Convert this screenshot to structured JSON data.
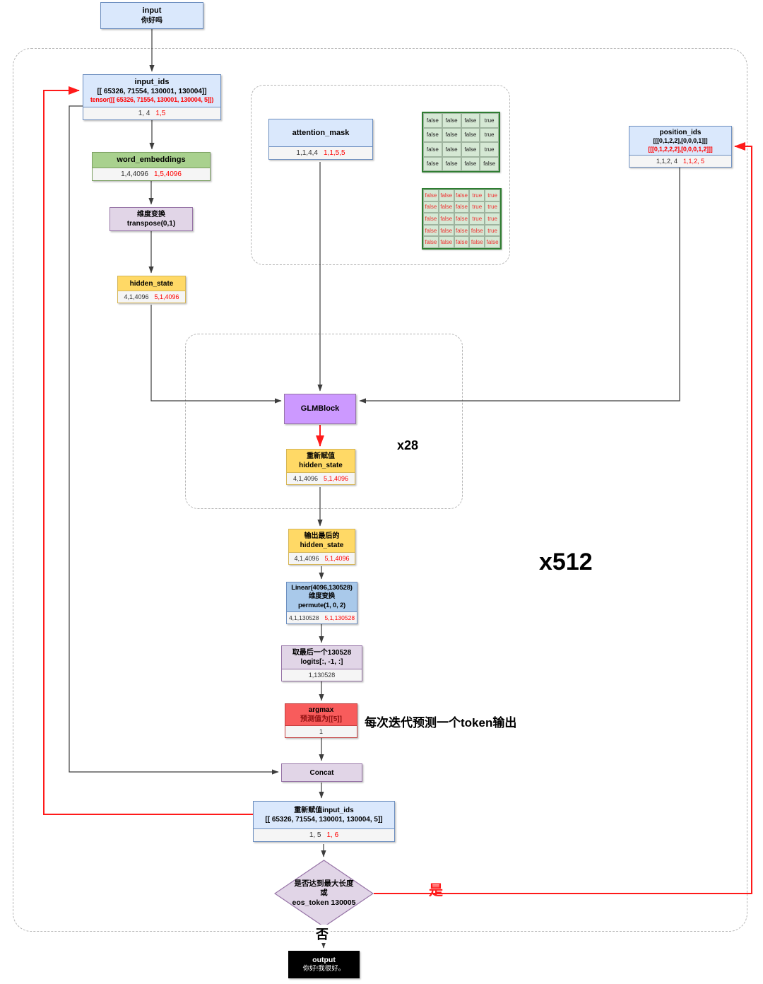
{
  "labels": {
    "x28": "x28",
    "x512": "x512",
    "iter_note": "每次迭代预测一个token输出",
    "yes": "是",
    "no": "否"
  },
  "nodes": {
    "input": {
      "title": "input",
      "subtitle": "你好吗"
    },
    "input_ids": {
      "title": "input_ids",
      "value_old": "[[ 65326,  71554, 130001, 130004]]",
      "value_new": "tensor([[ 65326,  71554, 130001, 130004,  5]])",
      "shape_old": "1, 4",
      "shape_new": "1,5"
    },
    "word_embeddings": {
      "title": "word_embeddings",
      "shape_old": "1,4,4096",
      "shape_new": "1,5,4096"
    },
    "transpose": {
      "line1": "维度变换",
      "line2": "transpose(0,1)"
    },
    "hidden_state": {
      "title": "hidden_state",
      "shape_old": "4,1,4096",
      "shape_new": "5,1,4096"
    },
    "attention_mask": {
      "title": "attention_mask",
      "shape_old": "1,1,4,4",
      "shape_new": "1,1,5,5"
    },
    "position_ids": {
      "title": "position_ids",
      "value_old": "[[[0,1,2,2],[0,0,0,1]]]",
      "value_new": "[[[0,1,2,2,2],[0,0,0,1,2]]]",
      "shape_old": "1,1,2, 4",
      "shape_new": "1,1,2, 5"
    },
    "glmblock": {
      "title": "GLMBlock"
    },
    "reassign_hidden": {
      "line1": "重新赋值",
      "line2": "hidden_state",
      "shape_old": "4,1,4096",
      "shape_new": "5,1,4096"
    },
    "out_hidden": {
      "line1": "输出最后的",
      "line2": "hidden_state",
      "shape_old": "4,1,4096",
      "shape_new": "5,1,4096"
    },
    "linear": {
      "line1": "Linear(4096,130528)",
      "line2": "维度变换",
      "line3": "permute(1, 0, 2)",
      "shape_old": "4,1,130528",
      "shape_new": "5,1,130528"
    },
    "take_last": {
      "line1": "取最后一个130528",
      "line2": "logits[:, -1, :]",
      "shape": "1,130528"
    },
    "argmax": {
      "line1": "argmax",
      "line2": "预测值为[[5]]",
      "shape": "1"
    },
    "concat": {
      "title": "Concat"
    },
    "reassign_input_ids": {
      "line1": "重新赋值input_ids",
      "line2": "[[ 65326,  71554, 130001, 130004, 5]]",
      "shape_old": "1, 5",
      "shape_new": "1, 6"
    },
    "decision": {
      "line1": "是否达到最大长度",
      "line2": "或",
      "line3": "eos_token 130005"
    },
    "output": {
      "title": "output",
      "subtitle": "你好!我很好。"
    }
  },
  "matrices": {
    "mask_old": {
      "rows": [
        [
          "false",
          "false",
          "false",
          "true"
        ],
        [
          "false",
          "false",
          "false",
          "true"
        ],
        [
          "false",
          "false",
          "false",
          "true"
        ],
        [
          "false",
          "false",
          "false",
          "false"
        ]
      ]
    },
    "mask_new": {
      "rows": [
        [
          "false",
          "false",
          "false",
          "true",
          "true"
        ],
        [
          "false",
          "false",
          "false",
          "true",
          "true"
        ],
        [
          "false",
          "false",
          "false",
          "true",
          "true"
        ],
        [
          "false",
          "false",
          "false",
          "false",
          "true"
        ],
        [
          "false",
          "false",
          "false",
          "false",
          "false"
        ]
      ]
    }
  },
  "colors": {
    "highlight_red": "#ff0000",
    "box_blue": "#dae8fc",
    "box_green": "#a9d18e",
    "box_yellow": "#ffd966",
    "box_purple": "#cc99ff",
    "box_pink": "#e1d5e7",
    "box_argmax_red": "#f85c5c",
    "box_linear_blue": "#a9c9ea",
    "matrix_green": "#d5e8d4",
    "output_black": "#000000"
  }
}
